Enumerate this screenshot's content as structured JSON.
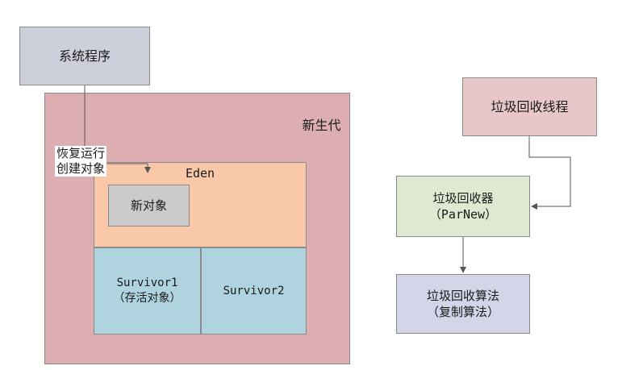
{
  "diagram": {
    "system_program": "系统程序",
    "young_generation": "新生代",
    "eden": "Eden",
    "new_object": "新对象",
    "survivor1": {
      "name": "Survivor1",
      "note": "（存活对象）"
    },
    "survivor2": "Survivor2",
    "resume_label_line1": "恢复运行",
    "resume_label_line2": "创建对象",
    "gc_thread": "垃圾回收线程",
    "gc_collector": {
      "name": "垃圾回收器",
      "note": "（ParNew）"
    },
    "gc_algorithm": {
      "name": "垃圾回收算法",
      "note": "（复制算法）"
    }
  }
}
